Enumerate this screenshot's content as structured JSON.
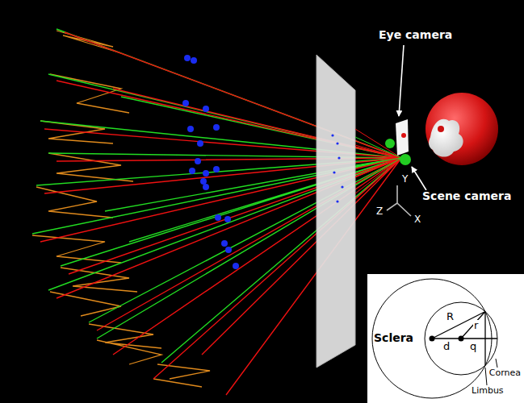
{
  "diagram": {
    "labels": [
      "Eye camera",
      "Scene camera",
      "Y",
      "Z",
      "X",
      "Sclera",
      "R",
      "r",
      "d",
      "q",
      "Cornea",
      "Limbus"
    ]
  }
}
